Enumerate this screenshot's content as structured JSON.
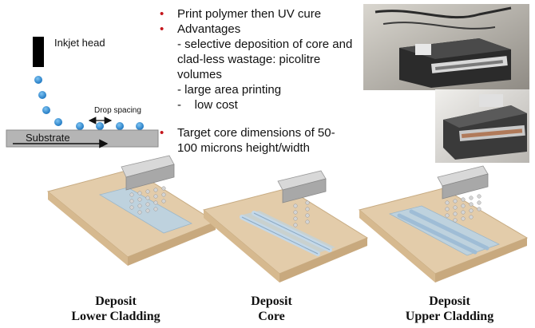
{
  "left_diagram": {
    "inkjet_label": "Inkjet head",
    "drop_spacing_label": "Drop spacing",
    "substrate_label": "Substrate"
  },
  "bullets": {
    "item1": "Print polymer then UV cure",
    "item2": "Advantages",
    "sub1": "- selective deposition of core and clad-less wastage: picolitre volumes",
    "sub2": "- large area printing",
    "sub3": "-    low cost",
    "item3": "Target core dimensions of 50-100 microns height/width"
  },
  "steps": [
    {
      "line1": "Deposit",
      "line2": "Lower Cladding"
    },
    {
      "line1": "Deposit",
      "line2": "Core"
    },
    {
      "line1": "Deposit",
      "line2": "Upper Cladding"
    }
  ],
  "colors": {
    "bullet": "#c4161c",
    "drop": "#2f8fd6",
    "substrate": "#b5b5b5",
    "board": "#e3ccaa",
    "cladding": "#b8d4e8"
  }
}
